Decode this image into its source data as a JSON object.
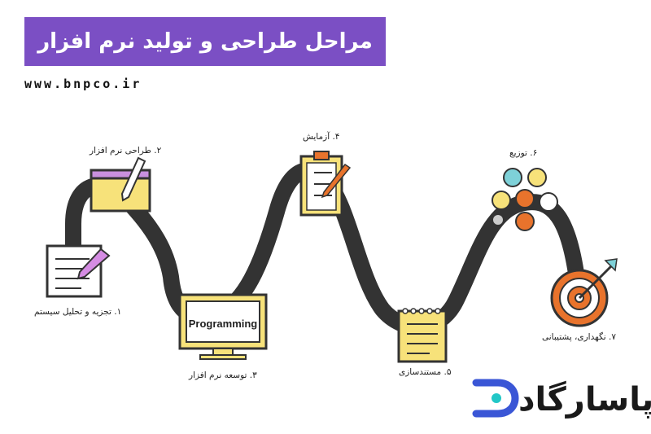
{
  "header": {
    "title": "مراحل طراحی و تولید نرم افزار",
    "website": "www.bnpco.ir"
  },
  "steps": [
    {
      "label": "۱. تجزیه و تحلیل سیستم",
      "icon": "document-pen-icon"
    },
    {
      "label": "۲. طراحی نرم افزار",
      "icon": "window-pencil-icon"
    },
    {
      "label": "۳. توسعه نرم افزار",
      "icon": "monitor-icon",
      "screen_text": "Programming"
    },
    {
      "label": "۴. آزمایش",
      "icon": "clipboard-checklist-icon"
    },
    {
      "label": "۵. مستندسازی",
      "icon": "notepad-icon"
    },
    {
      "label": "۶. توزیع",
      "icon": "smiley-faces-icon"
    },
    {
      "label": "۷. نگهداری، پشتیبانی",
      "icon": "target-arrow-icon"
    }
  ],
  "brand": {
    "name": "پاسارگاد"
  },
  "colors": {
    "title_bg": "#7b4fc4",
    "road": "#333333",
    "accent_yellow": "#f7e27a",
    "target_orange": "#e8732c"
  }
}
